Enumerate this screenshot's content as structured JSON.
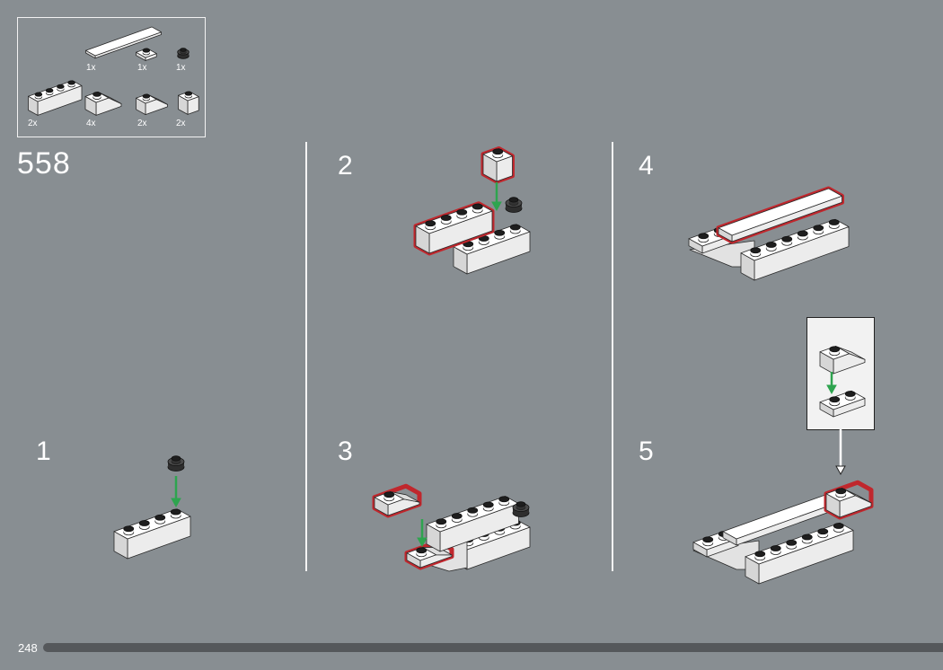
{
  "page_number": "248",
  "step_number": "558",
  "parts": [
    {
      "name": "tile-1x6",
      "qty": "1x"
    },
    {
      "name": "plate-1x1",
      "qty": "1x"
    },
    {
      "name": "round-plate-1x1-dark",
      "qty": "1x"
    },
    {
      "name": "brick-1x4",
      "qty": "2x"
    },
    {
      "name": "inverted-slope-1x3",
      "qty": "4x"
    },
    {
      "name": "slope-1x2",
      "qty": "2x"
    },
    {
      "name": "brick-1x1",
      "qty": "2x"
    }
  ],
  "steps": [
    {
      "label": "1"
    },
    {
      "label": "2"
    },
    {
      "label": "3"
    },
    {
      "label": "4"
    },
    {
      "label": "5"
    }
  ],
  "colors": {
    "background": "#888e92",
    "highlight": "#c0272d",
    "arrow": "#2ea44f",
    "progress": "#55585b"
  }
}
